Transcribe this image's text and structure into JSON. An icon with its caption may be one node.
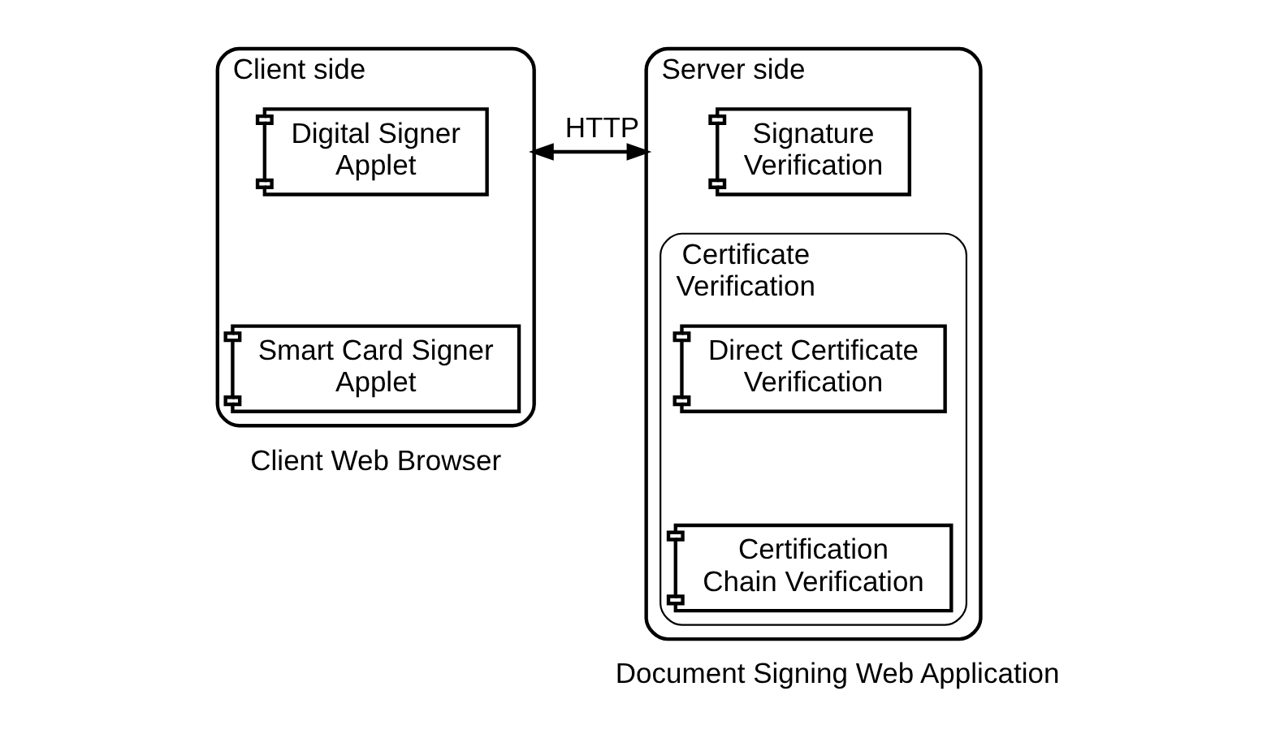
{
  "diagram": {
    "nodes": [
      {
        "text": [
          "Client side"
        ],
        "beside": [
          "Client Web Browser"
        ]
      },
      {
        "text": [
          "Digital Signer Applet"
        ],
        "in": 0
      },
      {
        "text": [
          "Smart Card Signer Applet"
        ],
        "in": 0
      },
      {
        "text": [
          "Server side"
        ],
        "beside": [
          "Document Signing Web Application"
        ]
      },
      {
        "text": [
          "Signature Verification"
        ],
        "in": 3
      },
      {
        "text": [
          "Certificate Verification"
        ],
        "in": 3
      },
      {
        "text": [
          "Direct Certificate Verification"
        ],
        "in": 5
      },
      {
        "text": [
          "Certification Chain Verification"
        ],
        "in": 5
      }
    ],
    "edges": [
      {
        "from": 0,
        "to": 3,
        "arrow": "both",
        "label": "HTTP"
      }
    ]
  }
}
